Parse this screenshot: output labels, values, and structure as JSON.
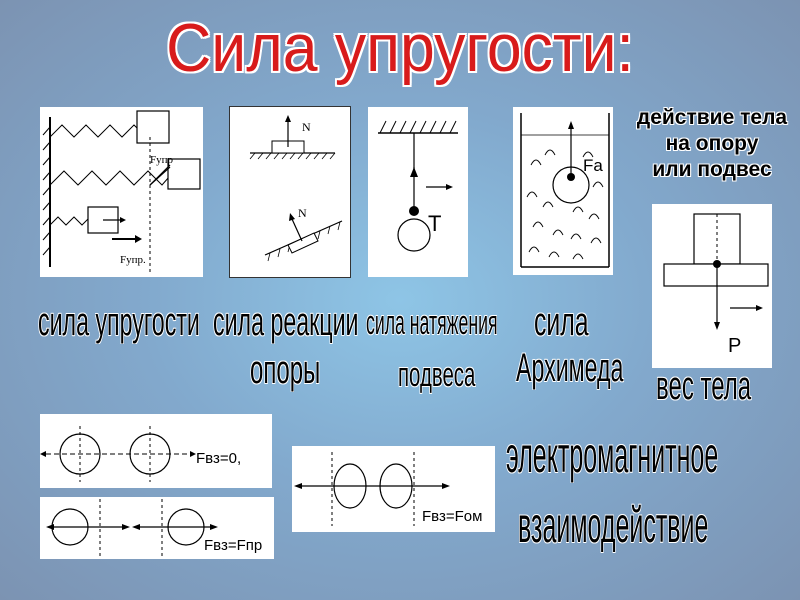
{
  "title": "Сила упругости:",
  "labels": {
    "elastic": "сила упругости",
    "reaction_1": "сила реакции",
    "reaction_2": "опоры",
    "tension_1": "сила натяжения",
    "tension_2": "подвеса",
    "archimedes_1": "сила",
    "archimedes_2": "Архимеда",
    "action_1": "действие тела",
    "action_2": "на опору",
    "action_3": "или подвес",
    "weight": "вес тела",
    "em_1": "электромагнитное",
    "em_2": "взаимодействие"
  },
  "panel_labels": {
    "f_upr_1": "Fупр",
    "f_upr_2": "Fупр.",
    "n": "N",
    "t": "T",
    "fa": "Fa",
    "p": "P"
  },
  "formulas": {
    "f1": "Fвз=0,",
    "f2": "Fвз=Fпр",
    "f3": "Fвз=Fом"
  },
  "colors": {
    "title": "#d81b1b",
    "accent_red": "#d81b1b"
  }
}
